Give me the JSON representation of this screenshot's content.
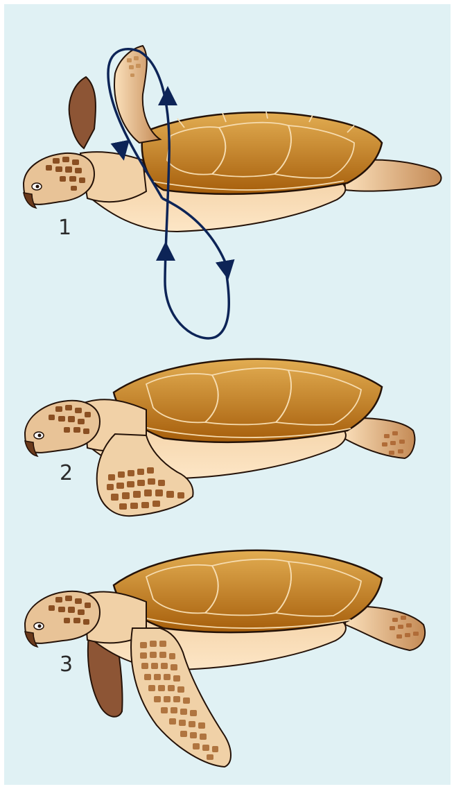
{
  "background": "#e0f1f4",
  "colors": {
    "stroke": "#241208",
    "shell_light": "#e0a84a",
    "shell_dark": "#a9600c",
    "skin": "#fbe0bb",
    "skin_shade": "#e9c294",
    "scale": "#b87a42",
    "flipper_far": "#8d5535",
    "arrow": "#0d2457"
  },
  "steps": [
    {
      "label": "1",
      "pose": "flipper-up",
      "stroke_path": "figure-eight"
    },
    {
      "label": "2",
      "pose": "flipper-forward"
    },
    {
      "label": "3",
      "pose": "flipper-back"
    }
  ]
}
